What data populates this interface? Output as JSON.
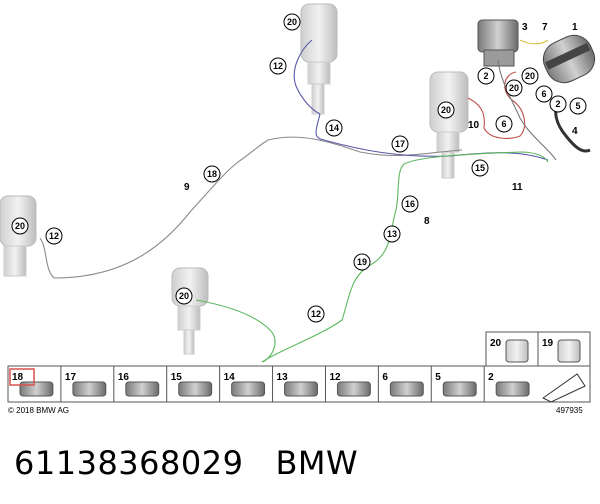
{
  "diagram": {
    "callouts": [
      {
        "id": "c-20-top",
        "label": "20"
      },
      {
        "id": "c-12-top",
        "label": "12"
      },
      {
        "id": "c-14",
        "label": "14"
      },
      {
        "id": "c-17",
        "label": "17"
      },
      {
        "id": "c-18",
        "label": "18"
      },
      {
        "id": "c-15",
        "label": "15"
      },
      {
        "id": "c-16",
        "label": "16"
      },
      {
        "id": "c-13",
        "label": "13"
      },
      {
        "id": "c-19",
        "label": "19"
      },
      {
        "id": "c-12-mid",
        "label": "12"
      },
      {
        "id": "c-20-left",
        "label": "20"
      },
      {
        "id": "c-12-left",
        "label": "12"
      },
      {
        "id": "c-20-strut",
        "label": "20"
      },
      {
        "id": "c-20-right",
        "label": "20"
      },
      {
        "id": "c-2a",
        "label": "2"
      },
      {
        "id": "c-2b",
        "label": "2"
      },
      {
        "id": "c-20-comp",
        "label": "20"
      },
      {
        "id": "c-20-comp2",
        "label": "20"
      },
      {
        "id": "c-6a",
        "label": "6"
      },
      {
        "id": "c-6b",
        "label": "6"
      },
      {
        "id": "c-5",
        "label": "5"
      }
    ],
    "plain_labels": {
      "n1": "1",
      "n3": "3",
      "n4": "4",
      "n7": "7",
      "n8": "8",
      "n9": "9",
      "n10": "10",
      "n11": "11"
    },
    "copyright": "© 2018 BMW AG",
    "image_number": "497935"
  },
  "legend": {
    "top_row": [
      "20",
      "19"
    ],
    "bottom_row": [
      "18",
      "17",
      "16",
      "15",
      "14",
      "13",
      "12",
      "6",
      "5",
      "2"
    ]
  },
  "caption": {
    "part_number": "61138368029",
    "brand": "BMW"
  },
  "colors": {
    "line_gray": "#8a8a8a",
    "line_blue": "#5a5aa8",
    "line_green": "#5cb85c",
    "line_red": "#c0504d",
    "line_yellow": "#d8c341",
    "highlight": "#d9534f"
  }
}
